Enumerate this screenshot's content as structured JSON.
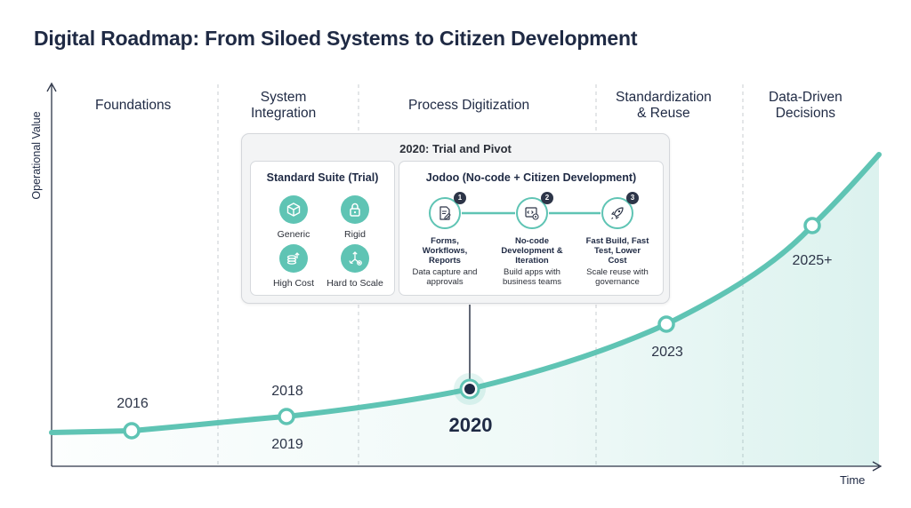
{
  "title": "Digital Roadmap: From Siloed Systems to Citizen Development",
  "axes": {
    "y_label": "Operational Value",
    "x_label": "Time"
  },
  "phases": [
    {
      "label": "Foundations"
    },
    {
      "label": "System\nIntegration"
    },
    {
      "label": "Process Digitization"
    },
    {
      "label": "Standardization\n& Reuse"
    },
    {
      "label": "Data-Driven\nDecisions"
    }
  ],
  "milestones": [
    {
      "label": "2016"
    },
    {
      "label": "2018"
    },
    {
      "label": "2019"
    },
    {
      "label": "2020",
      "highlight": true
    },
    {
      "label": "2023"
    },
    {
      "label": "2025+"
    }
  ],
  "callout": {
    "title": "2020: Trial and Pivot",
    "standard_suite": {
      "title": "Standard Suite (Trial)",
      "items": [
        {
          "label": "Generic",
          "icon": "box-icon"
        },
        {
          "label": "Rigid",
          "icon": "lock-icon"
        },
        {
          "label": "High Cost",
          "icon": "coin-stack-icon"
        },
        {
          "label": "Hard to Scale",
          "icon": "scale-arrows-icon"
        }
      ]
    },
    "jodoo": {
      "title": "Jodoo (No-code + Citizen Development)",
      "steps": [
        {
          "number": "1",
          "icon": "form-edit-icon",
          "heading": "Forms,\nWorkflows,\nReports",
          "description": "Data capture and\napprovals"
        },
        {
          "number": "2",
          "icon": "code-gear-icon",
          "heading": "No-code\nDevelopment &\nIteration",
          "description": "Build apps with\nbusiness teams"
        },
        {
          "number": "3",
          "icon": "rocket-icon",
          "heading": "Fast Build, Fast\nTest, Lower\nCost",
          "description": "Scale reuse with\ngovernance"
        }
      ]
    }
  },
  "colors": {
    "accent": "#5fc4b4",
    "dark": "#1f2a44",
    "card_bg": "#f3f4f5"
  }
}
